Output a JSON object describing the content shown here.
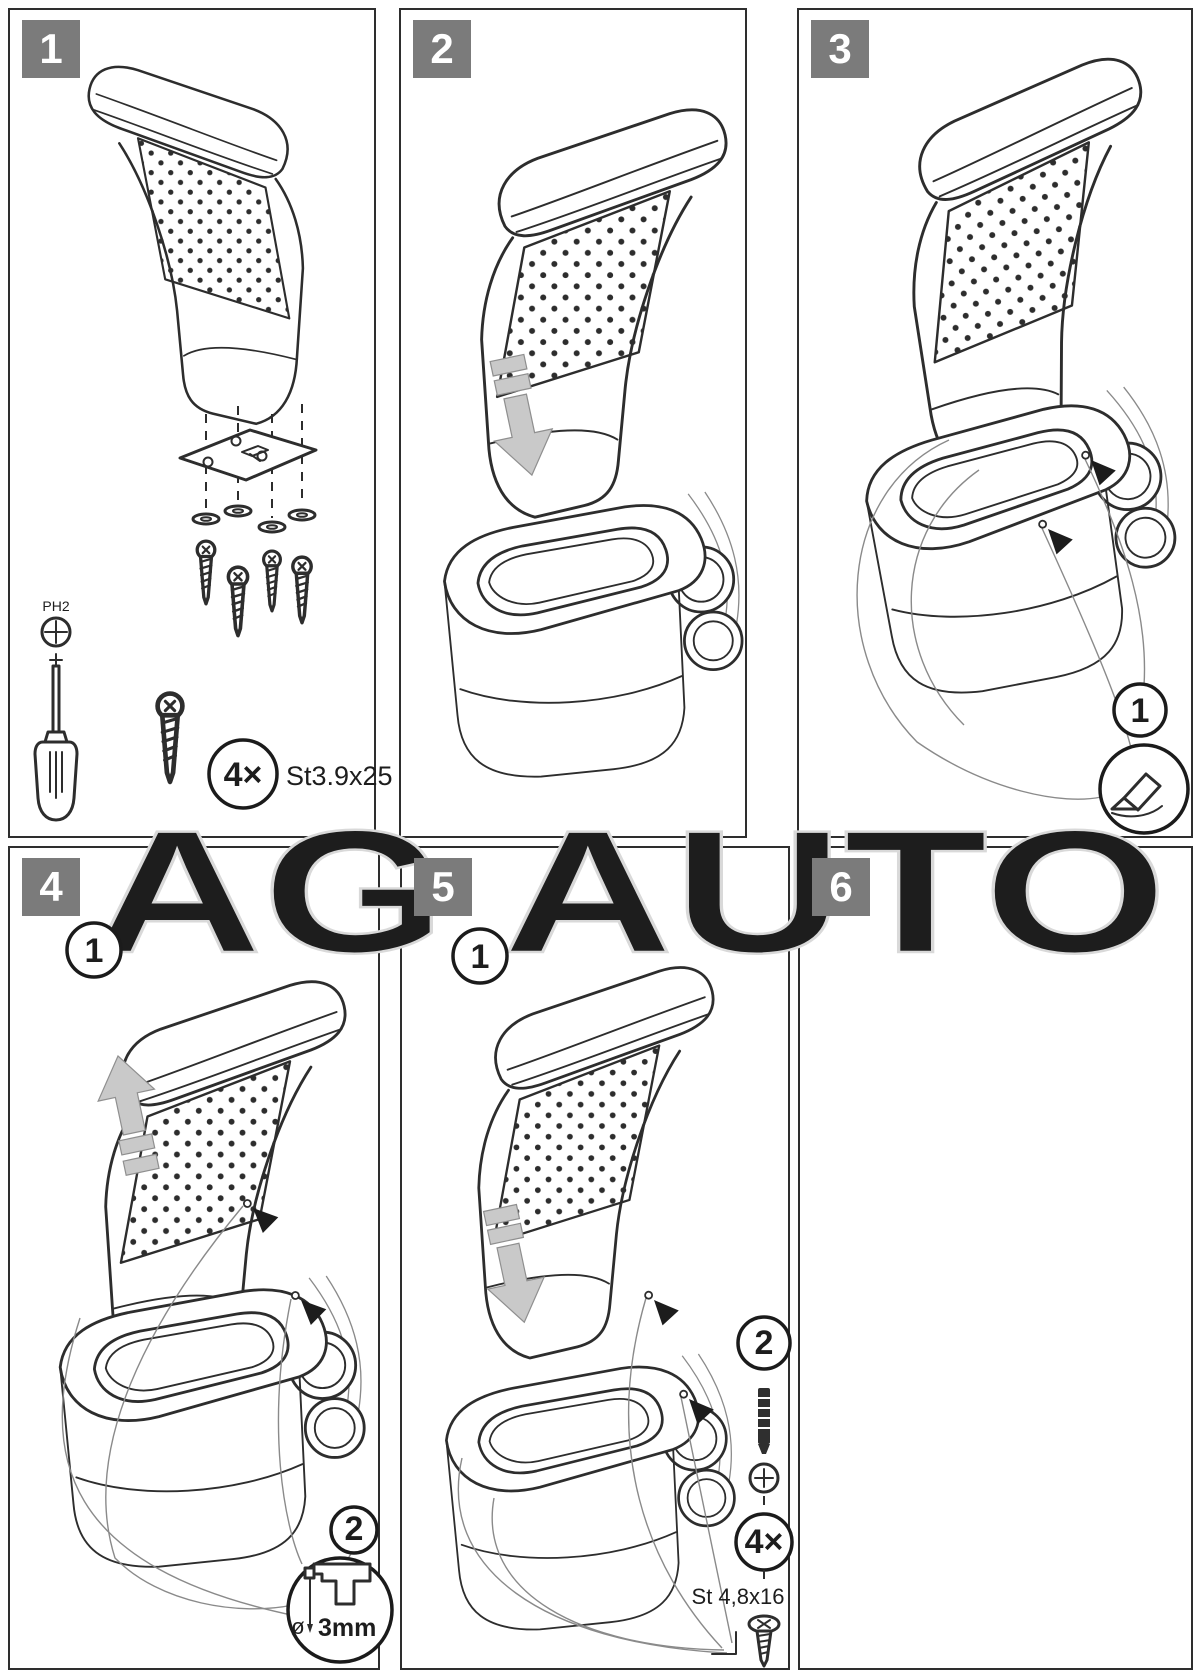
{
  "watermark": "AG AUTO",
  "colors": {
    "panel_number_bg": "#7b7b7b",
    "line_art": "#2d2d2d",
    "arrow_fill": "#c9c9c9",
    "watermark_stroke": "#d9d9d9"
  },
  "panel1": {
    "number": "1",
    "bit_label": "PH2",
    "qty": "4×",
    "screw_spec": "St3.9x25"
  },
  "panel2": {
    "number": "2"
  },
  "panel3": {
    "number": "3",
    "badge1": "1"
  },
  "panel4": {
    "number": "4",
    "badge1": "1",
    "badge2": "2",
    "diameter_symbol": "ø",
    "drill_size": "3mm"
  },
  "panel5": {
    "number": "5",
    "badge1": "1",
    "badge2": "2",
    "qty": "4×",
    "screw_spec": "St 4,8x16"
  },
  "panel6": {
    "number": "6"
  }
}
